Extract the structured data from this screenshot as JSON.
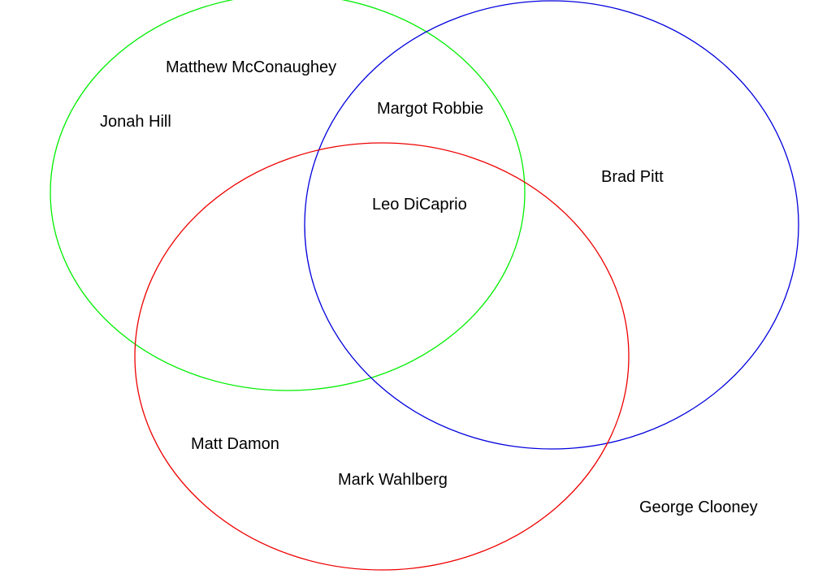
{
  "diagram": {
    "type": "venn",
    "circles": [
      {
        "id": "green",
        "color": "#00ee00"
      },
      {
        "id": "blue",
        "color": "#0000dd"
      },
      {
        "id": "red",
        "color": "#ee0000"
      }
    ],
    "labels": {
      "matthew": "Matthew McConaughey",
      "jonah": "Jonah Hill",
      "margot": "Margot Robbie",
      "brad": "Brad Pitt",
      "leo": "Leo DiCaprio",
      "matt": "Matt Damon",
      "mark": "Mark Wahlberg",
      "george": "George Clooney"
    }
  }
}
